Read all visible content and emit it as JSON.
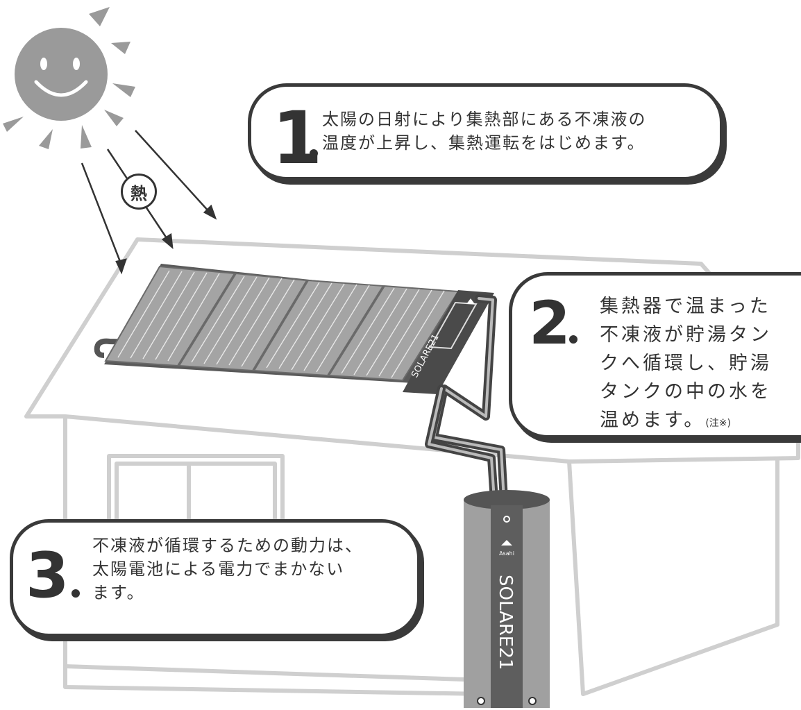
{
  "heat_label": "熱",
  "panel_brand": "SOLARE21",
  "tank_brand": "SOLARE21",
  "tank_logo_text": "Asahi",
  "steps": [
    {
      "number": "1",
      "lines": [
        "太陽の日射により集熱部にある不凍液の",
        "温度が上昇し、集熱運転をはじめます。"
      ]
    },
    {
      "number": "2",
      "lines": [
        "集熱器で温まった",
        "不凍液が貯湯タン",
        "クへ循環し、貯湯",
        "タンクの中の水を",
        "温めます。"
      ],
      "note": "(注※)"
    },
    {
      "number": "3",
      "lines": [
        "不凍液が循環するための動力は、",
        "太陽電池による電力でまかない",
        "ます。"
      ]
    }
  ]
}
